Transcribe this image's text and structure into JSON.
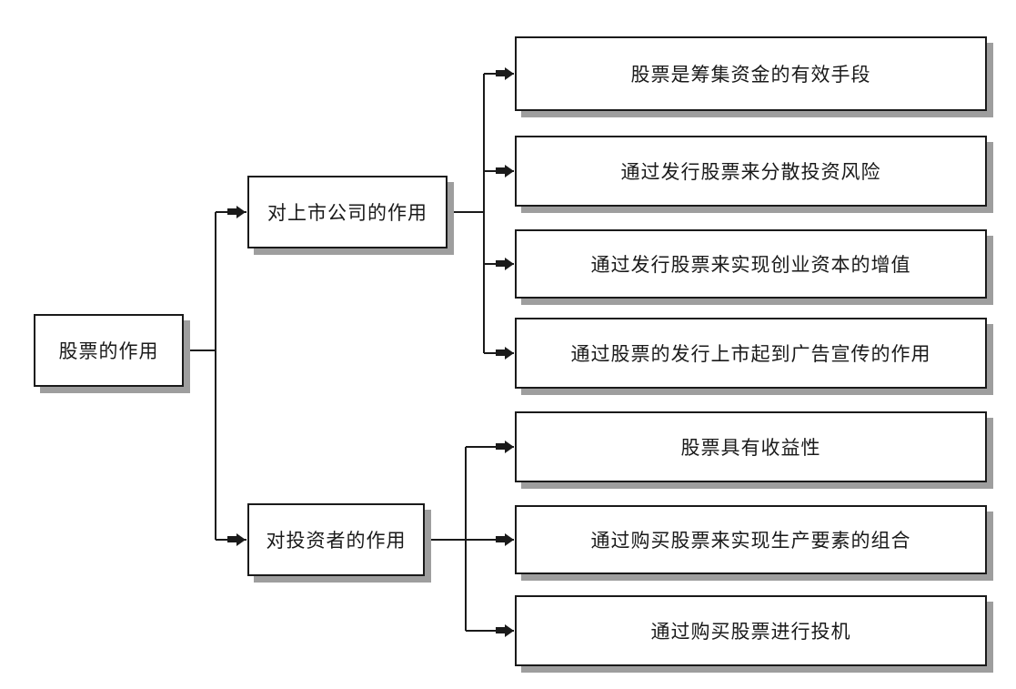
{
  "diagram": {
    "type": "tree-flowchart",
    "root": {
      "label": "股票的作用"
    },
    "branches": [
      {
        "label": "对上市公司的作用",
        "children": [
          {
            "label": "股票是筹集资金的有效手段"
          },
          {
            "label": "通过发行股票来分散投资风险"
          },
          {
            "label": "通过发行股票来实现创业资本的增值"
          },
          {
            "label": "通过股票的发行上市起到广告宣传的作用"
          }
        ]
      },
      {
        "label": "对投资者的作用",
        "children": [
          {
            "label": "股票具有收益性"
          },
          {
            "label": "通过购买股票来实现生产要素的组合"
          },
          {
            "label": "通过购买股票进行投机"
          }
        ]
      }
    ],
    "colors": {
      "background": "#ffffff",
      "box_fill": "#ffffff",
      "border": "#1a1a1a",
      "line": "#1a1a1a",
      "text": "#1a1a1a",
      "shadow": "#9e9e9e"
    }
  }
}
